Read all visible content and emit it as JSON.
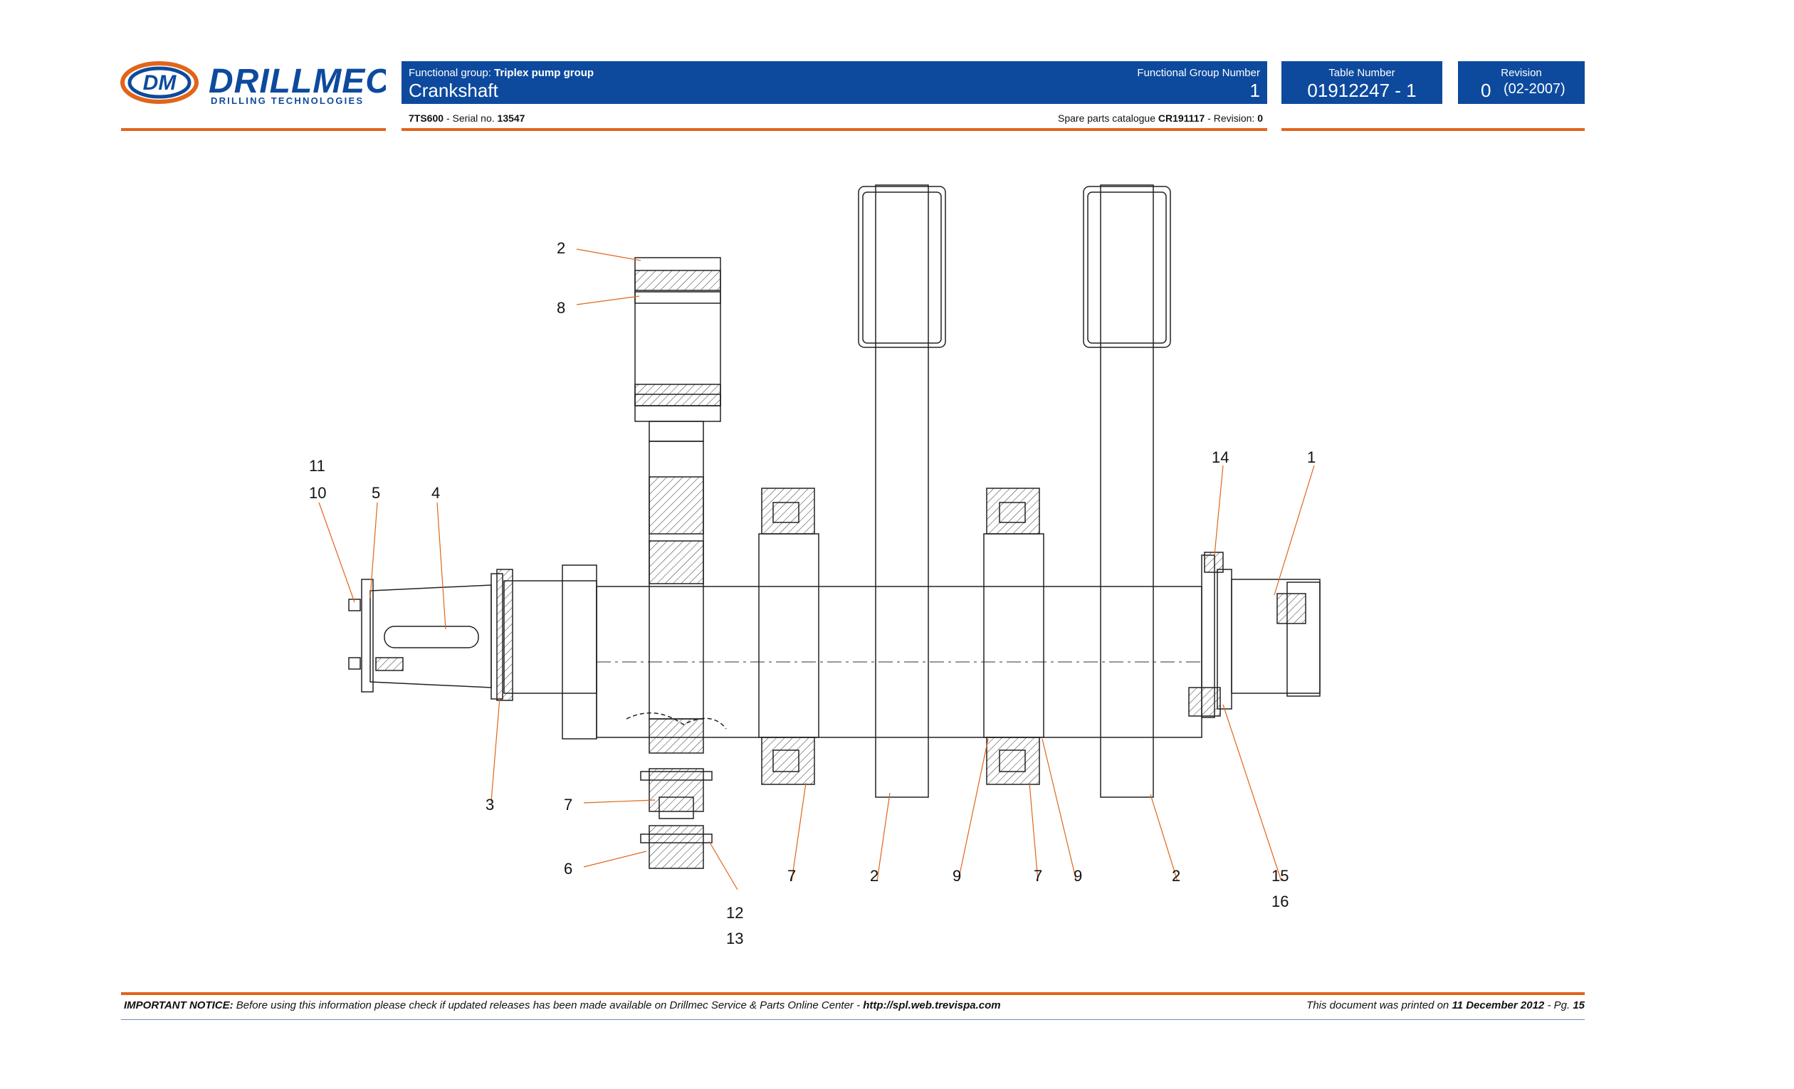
{
  "logo": {
    "brand": "DRILLMEC",
    "tagline": "DRILLING TECHNOLOGIES",
    "colors": {
      "blue": "#0d4a9e",
      "orange": "#e0651a"
    }
  },
  "header": {
    "functional_group_label": "Functional group:",
    "functional_group": "Triplex pump group",
    "title": "Crankshaft",
    "fgn_label": "Functional Group Number",
    "fgn": "1",
    "table_label": "Table Number",
    "table_number": "01912247 - 1",
    "revision_label": "Revision",
    "revision": "0",
    "revision_date": "(02-2007)"
  },
  "subheader": {
    "model": "7TS600",
    "serial_label": "- Serial no.",
    "serial": "13547",
    "catalogue_label": "Spare parts catalogue",
    "catalogue": "CR191117",
    "catalogue_rev_label": "- Revision:",
    "catalogue_rev": "0"
  },
  "callouts": {
    "c2a": "2",
    "c8": "8",
    "c11": "11",
    "c10": "10",
    "c5": "5",
    "c4": "4",
    "c14": "14",
    "c1": "1",
    "c3": "3",
    "c7a": "7",
    "c6": "6",
    "c12": "12",
    "c13": "13",
    "c7b": "7",
    "c2b": "2",
    "c9a": "9",
    "c7c": "7",
    "c9b": "9",
    "c2c": "2",
    "c15": "15",
    "c16": "16"
  },
  "footer": {
    "notice_label": "IMPORTANT NOTICE:",
    "notice_text": "Before using this information please check if updated releases has been made available on Drillmec Service & Parts Online Center -",
    "url": "http://spl.web.trevispa.com",
    "printed_label": "This document was printed on",
    "printed_date": "11 December 2012",
    "page_label": "- Pg.",
    "page": "15"
  }
}
